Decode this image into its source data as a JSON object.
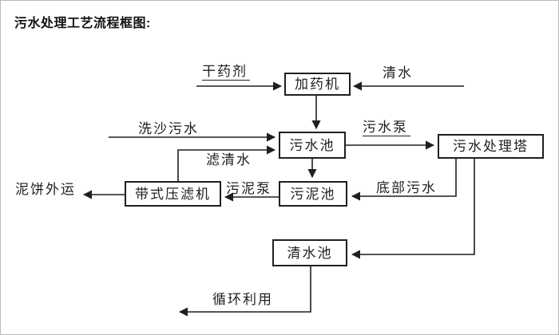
{
  "title": "污水处理工艺流程框图:",
  "diagram": {
    "nodes": {
      "dosing_machine": "加药机",
      "sewage_pool": "污水池",
      "treatment_tower": "污水处理塔",
      "sludge_pool": "污泥池",
      "belt_filter_press": "带式压滤机",
      "clean_water_pool": "清水池"
    },
    "flow_labels": {
      "dry_chemical": "干药剂",
      "clean_water": "清水",
      "sand_washing_sewage": "洗沙污水",
      "sewage_pump": "污水泵",
      "filtered_water": "滤清水",
      "sludge_pump": "污泥泵",
      "bottom_sewage": "底部污水",
      "mud_cake_out": "泥饼外运",
      "recycling": "循环利用"
    },
    "flows": [
      {
        "input_label": "干药剂",
        "to": "加药机"
      },
      {
        "input_label": "清水",
        "to": "加药机"
      },
      {
        "from": "加药机",
        "to": "污水池"
      },
      {
        "input_label": "洗沙污水",
        "to": "污水池"
      },
      {
        "from": "污水池",
        "to": "污水处理塔",
        "label": "污水泵"
      },
      {
        "from": "带式压滤机",
        "to": "污水池",
        "label": "滤清水"
      },
      {
        "from": "污水池",
        "to": "污泥池"
      },
      {
        "from": "污水处理塔",
        "to": "污泥池",
        "label": "底部污水"
      },
      {
        "from": "污泥池",
        "to": "带式压滤机",
        "label": "污泥泵"
      },
      {
        "from": "带式压滤机",
        "output_label": "泥饼外运"
      },
      {
        "from": "污水处理塔",
        "to": "清水池"
      },
      {
        "from": "清水池",
        "output_label": "循环利用"
      }
    ],
    "colors": {
      "line": "#1f1f1f",
      "box_border": "#1f1f1f",
      "background": "#ffffff",
      "text": "#1f1f1f"
    }
  }
}
